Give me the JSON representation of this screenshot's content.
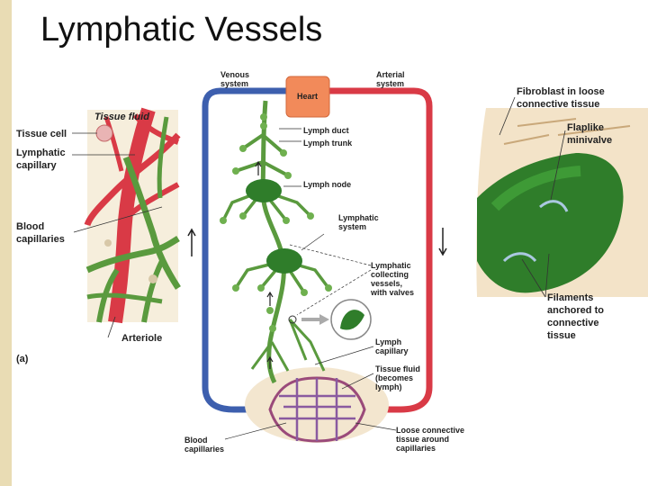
{
  "slide": {
    "title": "Lymphatic Vessels"
  },
  "panel_a": {
    "tissue_fluid": "Tissue fluid",
    "tissue_cell": "Tissue cell",
    "lymphatic_capillary": "Lymphatic\ncapillary",
    "blood_capillaries": "Blood\ncapillaries",
    "arteriole": "Arteriole",
    "panel_letter": "(a)"
  },
  "center": {
    "venous_system": "Venous\nsystem",
    "arterial_system": "Arterial\nsystem",
    "heart": "Heart",
    "lymph_duct": "Lymph duct",
    "lymph_trunk": "Lymph trunk",
    "lymph_node": "Lymph node",
    "lymphatic_system": "Lymphatic\nsystem",
    "collecting_vessels": "Lymphatic\ncollecting\nvessels,\nwith valves",
    "lymph_capillary": "Lymph\ncapillary",
    "tissue_fluid": "Tissue fluid\n(becomes\nlymph)",
    "blood_capillaries": "Blood\ncapillaries",
    "loose_tissue": "Loose connective\ntissue around\ncapillaries"
  },
  "panel_b": {
    "fibroblast": "Fibroblast in loose\nconnective tissue",
    "flaplike": "Flaplike\nminivalve",
    "filaments": "Filaments\nanchored to\nconnective\ntissue"
  },
  "colors": {
    "blood_red": "#d93a46",
    "vein_blue": "#3d5fae",
    "lymph_green": "#5a9a3e",
    "node_green": "#2f7d2a",
    "heart_orange": "#f28a5a",
    "tissue_beige": "#f3e6cf",
    "slide_stripe": "#e9dcb4"
  }
}
